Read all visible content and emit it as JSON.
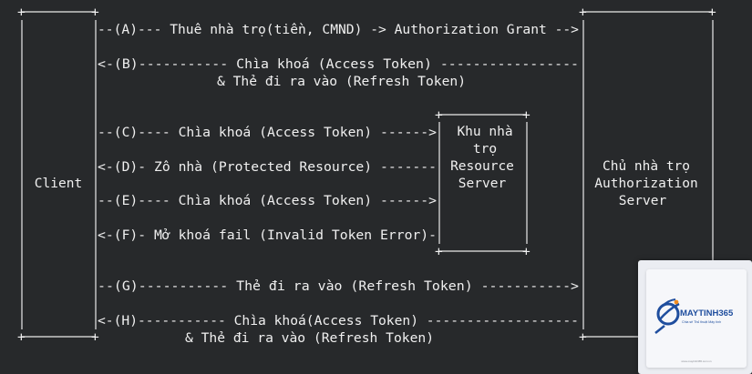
{
  "labels": {
    "client": "Client",
    "resource_server": [
      "Khu nhà",
      "trọ",
      "Resource",
      "Server"
    ],
    "auth_server": [
      "Chủ nhà trọ",
      "Authorization",
      "Server"
    ]
  },
  "messages": {
    "A": "--(A)--- Thuê nhà trọ(tiền, CMND) -> Authorization Grant -->",
    "B1": "<-(B)----------- Chìa khoá (Access Token) -----------------",
    "B2": "& Thẻ đi ra vào (Refresh Token)",
    "C": "--(C)---- Chìa khoá (Access Token) ------>",
    "D": "<-(D)- Zô nhà (Protected Resource) -------",
    "E": "--(E)---- Chìa khoá (Access Token) ------>",
    "F": "<-(F)- Mở khoá fail (Invalid Token Error)-",
    "G": "--(G)----------- Thẻ đi ra vào (Refresh Token) ----------->",
    "H1": "<-(H)----------- Chìa khoá(Access Token) -------------------",
    "H2": "& Thẻ đi ra vào (Refresh Token)"
  },
  "watermark": {
    "brand": "MAYTINH365",
    "tagline": "Chia sẻ Thủ thuật Máy tính",
    "footer": "www.maytinh365.com.vn",
    "colors": {
      "brand": "#1f4e9e",
      "accent": "#f28c1e"
    }
  }
}
